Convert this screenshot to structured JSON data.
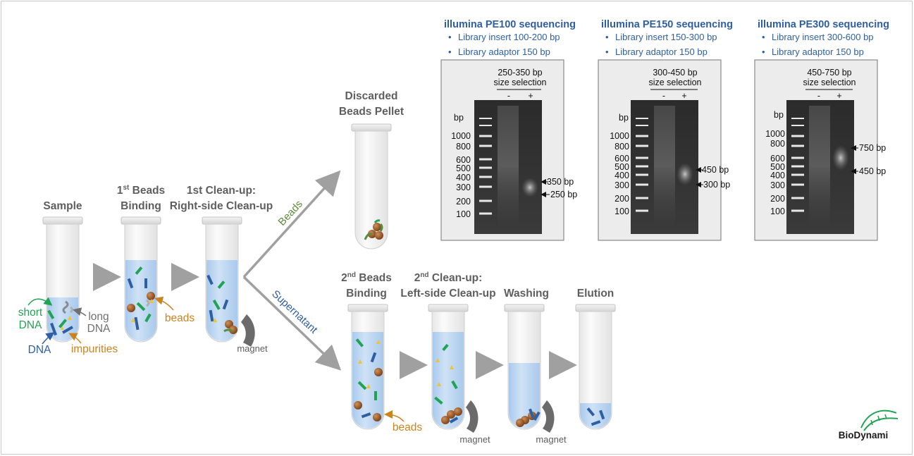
{
  "stages": {
    "sample": "Sample",
    "beads1_line1": "1",
    "beads1_sup": "st",
    "beads1_line1b": " Beads",
    "beads1_line2": "Binding",
    "clean1_line1": "1st Clean-up:",
    "clean1_line2": "Right-side Clean-up",
    "discard_line1": "Discarded",
    "discard_line2": "Beads Pellet",
    "beads2_line1": "2",
    "beads2_sup": "nd",
    "beads2_line1b": " Beads",
    "beads2_line2": "Binding",
    "clean2_line1": "2",
    "clean2_sup": "nd",
    "clean2_line1b": " Clean-up:",
    "clean2_line2": "Left-side Clean-up",
    "washing": "Washing",
    "elution": "Elution"
  },
  "labels": {
    "short_dna_1": "short",
    "short_dna_2": "DNA",
    "long_dna_1": "long",
    "long_dna_2": "DNA",
    "dna": "DNA",
    "impurities": "impurities",
    "beads": "beads",
    "beads2": "beads",
    "magnet1": "magnet",
    "magnet2": "magnet",
    "magnet3": "magnet",
    "arrow_beads": "Beads",
    "arrow_supernatant": "Supernatant"
  },
  "panels": [
    {
      "title": "illumina PE100 sequencing",
      "bullet1": "Library insert 100-200 bp",
      "bullet2": "Library adaptor 150 bp",
      "selection1": "250-350 bp",
      "selection2": "size selection",
      "minus": "-",
      "plus": "+",
      "bp": "bp",
      "ladder": [
        "1000",
        "800",
        "600",
        "500",
        "400",
        "300",
        "200",
        "100"
      ],
      "marker_high": "350 bp",
      "marker_low": "250 bp"
    },
    {
      "title": "illumina PE150 sequencing",
      "bullet1": "Library insert 150-300 bp",
      "bullet2": "Library adaptor 150 bp",
      "selection1": "300-450 bp",
      "selection2": "size selection",
      "minus": "-",
      "plus": "+",
      "bp": "bp",
      "ladder": [
        "1000",
        "800",
        "600",
        "500",
        "400",
        "300",
        "200",
        "100"
      ],
      "marker_high": "450 bp",
      "marker_low": "300 bp"
    },
    {
      "title": "illumina PE300 sequencing",
      "bullet1": "Library insert 300-600 bp",
      "bullet2": "Library adaptor 150 bp",
      "selection1": "450-750 bp",
      "selection2": "size selection",
      "minus": "-",
      "plus": "+",
      "bp": "bp",
      "ladder": [
        "1000",
        "800",
        "600",
        "500",
        "400",
        "300",
        "200",
        "100"
      ],
      "marker_high": "750 bp",
      "marker_low": "450 bp"
    }
  ],
  "logo": {
    "text": "BioDynami"
  },
  "colors": {
    "title_blue": "#2e5fa3",
    "label_gray": "#5e5e5e",
    "short_dna_green": "#21a354",
    "long_dna_gray": "#707070",
    "dna_blue": "#2e5fa3",
    "impurity_orange": "#c98420",
    "liquid_blue": "#bcd6f2",
    "beads_text_green": "#5e8a3c",
    "supernatant_blue": "#2e5fa3"
  }
}
